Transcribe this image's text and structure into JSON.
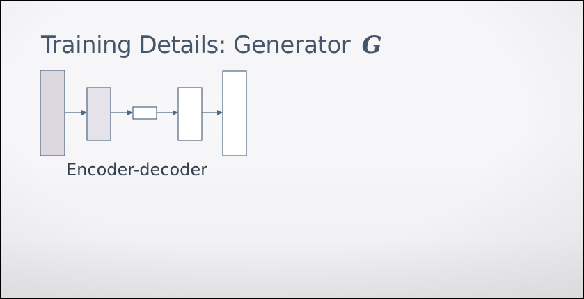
{
  "slide": {
    "title_text": "Training Details: Generator ",
    "title_variable": "G",
    "caption": "Encoder-decoder"
  },
  "diagram": {
    "blocks": [
      {
        "name": "input-block",
        "fill": "#dcd8e0"
      },
      {
        "name": "encoder-block",
        "fill": "#e6e2ea"
      },
      {
        "name": "bottleneck-block",
        "fill": "#ffffff"
      },
      {
        "name": "decoder-block",
        "fill": "#ffffff"
      },
      {
        "name": "output-block",
        "fill": "#ffffff"
      }
    ],
    "stroke_color": "#52687e",
    "arrow_color": "#52687e"
  }
}
